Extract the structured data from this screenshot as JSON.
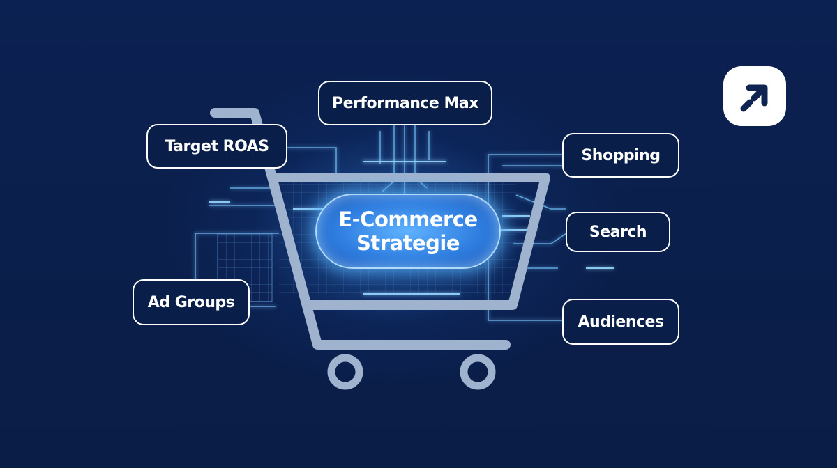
{
  "center": {
    "line1": "E-Commerce",
    "line2": "Strategie"
  },
  "nodes": {
    "performance_max": "Performance Max",
    "target_roas": "Target ROAS",
    "shopping": "Shopping",
    "search": "Search",
    "ad_groups": "Ad Groups",
    "audiences": "Audiences"
  },
  "logo": {
    "icon": "arrow-up-right-icon"
  },
  "colors": {
    "background": "#0a1f4a",
    "pill_fill": "#0a1e4a",
    "pill_border": "#ffffff",
    "center_glow": "#4aa8ff",
    "cart": "#9fb3cf"
  }
}
